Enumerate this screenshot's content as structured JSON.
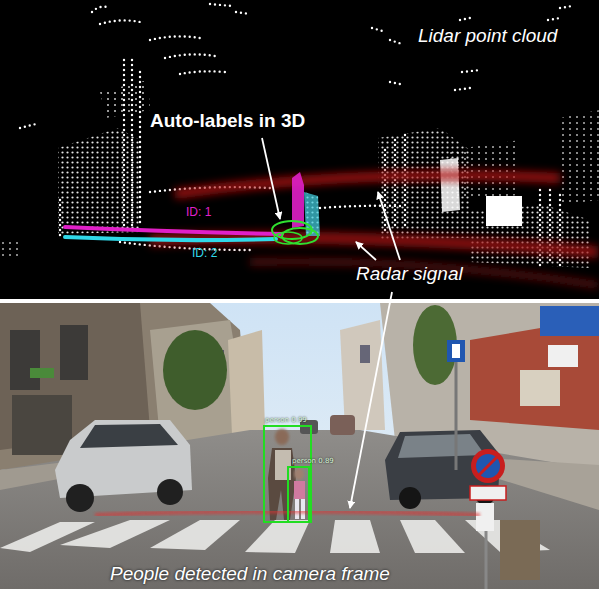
{
  "diagram": {
    "nodes": [
      {
        "text": [
          "person 0.99"
        ]
      },
      {
        "text": [
          "person 0.89"
        ],
        "in": 0
      }
    ],
    "labels": [
      "Lidar point cloud",
      "Auto-labels in 3D",
      "ID: 1",
      "ID: 2",
      "Radar signal",
      "People detected in camera frame"
    ]
  }
}
